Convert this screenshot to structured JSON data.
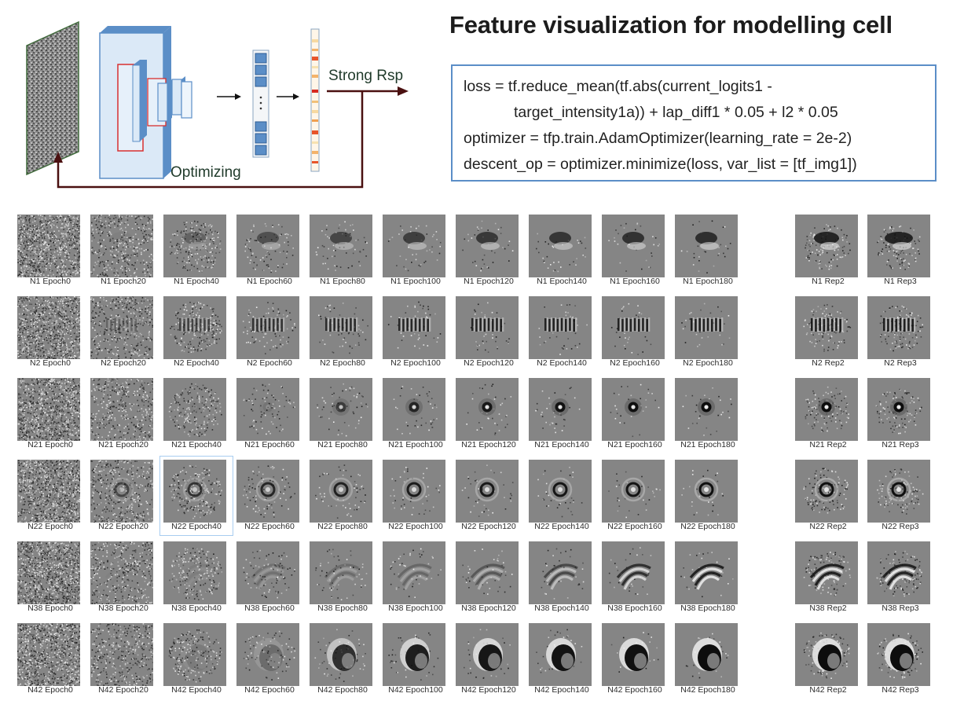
{
  "title": "Feature visualization for modelling cell",
  "code": [
    {
      "text": "loss = tf.reduce_mean(tf.abs(current_logits1 -",
      "indent": false
    },
    {
      "text": "target_intensity1a)) + lap_diff1 * 0.05 + l2 * 0.05",
      "indent": true
    },
    {
      "text": "optimizer = tfp.train.AdamOptimizer(learning_rate = 2e-2)",
      "indent": false
    },
    {
      "text": "descent_op = optimizer.minimize(loss, var_list = [tf_img1])",
      "indent": false
    }
  ],
  "diagram": {
    "strong_response_label": "Strong Rsp",
    "optimizing_label": "Optimizing",
    "arrow_color": "#4a1010",
    "layer_color": "#5b8ec7",
    "highlight_color": "#d83030",
    "noise_border_color": "#3f6a3a"
  },
  "neurons": [
    {
      "id": "N1",
      "pattern": "blob"
    },
    {
      "id": "N2",
      "pattern": "stripes"
    },
    {
      "id": "N21",
      "pattern": "dot"
    },
    {
      "id": "N22",
      "pattern": "ring"
    },
    {
      "id": "N38",
      "pattern": "arcs"
    },
    {
      "id": "N42",
      "pattern": "crescent"
    }
  ],
  "epochs": [
    "Epoch0",
    "Epoch20",
    "Epoch40",
    "Epoch60",
    "Epoch80",
    "Epoch100",
    "Epoch120",
    "Epoch140",
    "Epoch160",
    "Epoch180"
  ],
  "reps": [
    "Rep2",
    "Rep3"
  ],
  "selected_tile": "N22 Epoch40",
  "captions": {
    "N1": [
      "N1 Epoch0",
      "N1 Epoch20",
      "N1 Epoch40",
      "N1 Epoch60",
      "N1 Epoch80",
      "N1 Epoch100",
      "N1 Epoch120",
      "N1 Epoch140",
      "N1 Epoch160",
      "N1 Epoch180",
      "N1 Rep2",
      "N1 Rep3"
    ],
    "N2": [
      "N2 Epoch0",
      "N2 Epoch20",
      "N2 Epoch40",
      "N2 Epoch60",
      "N2 Epoch80",
      "N2 Epoch100",
      "N2 Epoch120",
      "N2 Epoch140",
      "N2 Epoch160",
      "N2 Epoch180",
      "N2 Rep2",
      "N2 Rep3"
    ],
    "N21": [
      "N21 Epoch0",
      "N21 Epoch20",
      "N21 Epoch40",
      "N21 Epoch60",
      "N21 Epoch80",
      "N21 Epoch100",
      "N21 Epoch120",
      "N21 Epoch140",
      "N21 Epoch160",
      "N21 Epoch180",
      "N21 Rep2",
      "N21 Rep3"
    ],
    "N22": [
      "N22 Epoch0",
      "N22 Epoch20",
      "N22 Epoch40",
      "N22 Epoch60",
      "N22 Epoch80",
      "N22 Epoch100",
      "N22 Epoch120",
      "N22 Epoch140",
      "N22 Epoch160",
      "N22 Epoch180",
      "N22 Rep2",
      "N22 Rep3"
    ],
    "N38": [
      "N38 Epoch0",
      "N38 Epoch20",
      "N38 Epoch40",
      "N38 Epoch60",
      "N38 Epoch80",
      "N38 Epoch100",
      "N38 Epoch120",
      "N38 Epoch140",
      "N38 Epoch160",
      "N38 Epoch180",
      "N38 Rep2",
      "N38 Rep3"
    ],
    "N42": [
      "N42 Epoch0",
      "N42 Epoch20",
      "N42 Epoch40",
      "N42 Epoch60",
      "N42 Epoch80",
      "N42 Epoch100",
      "N42 Epoch120",
      "N42 Epoch140",
      "N42 Epoch160",
      "N42 Epoch180",
      "N42 Rep2",
      "N42 Rep3"
    ]
  }
}
